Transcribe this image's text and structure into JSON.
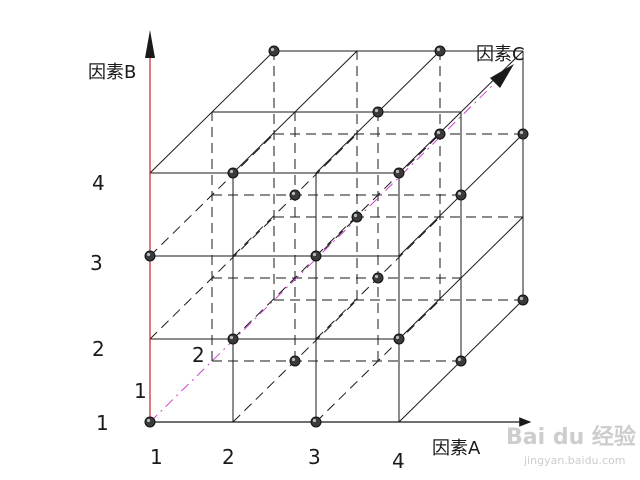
{
  "axes": {
    "a": {
      "title": "因素A",
      "color": "#1a1a1a"
    },
    "b": {
      "title": "因素B",
      "color": "#cc2222"
    },
    "c": {
      "title": "因素C",
      "color": "#cc44cc"
    }
  },
  "tick_labels": {
    "a": [
      "1",
      "2",
      "3",
      "4"
    ],
    "b": [
      "1",
      "2",
      "3",
      "4"
    ],
    "c": [
      "1",
      "2"
    ]
  },
  "grid": {
    "a_levels": 4,
    "b_levels": 4,
    "c_levels": 3
  },
  "points": [
    [
      1,
      1,
      1
    ],
    [
      2,
      2,
      1
    ],
    [
      3,
      1,
      1
    ],
    [
      4,
      2,
      1
    ],
    [
      1,
      3,
      1
    ],
    [
      2,
      4,
      1
    ],
    [
      3,
      3,
      1
    ],
    [
      4,
      4,
      1
    ],
    [
      2,
      1,
      2
    ],
    [
      3,
      2,
      2
    ],
    [
      4,
      1,
      2
    ],
    [
      2,
      3,
      2
    ],
    [
      3,
      4,
      2
    ],
    [
      4,
      3,
      2
    ],
    [
      2,
      2,
      3
    ],
    [
      3,
      3,
      3
    ],
    [
      1,
      4,
      3
    ],
    [
      3,
      4,
      3
    ],
    [
      4,
      3,
      3
    ],
    [
      4,
      1,
      3
    ]
  ],
  "watermark": {
    "brand": "Bai du 经验",
    "url": "jingyan.baidu.com"
  }
}
